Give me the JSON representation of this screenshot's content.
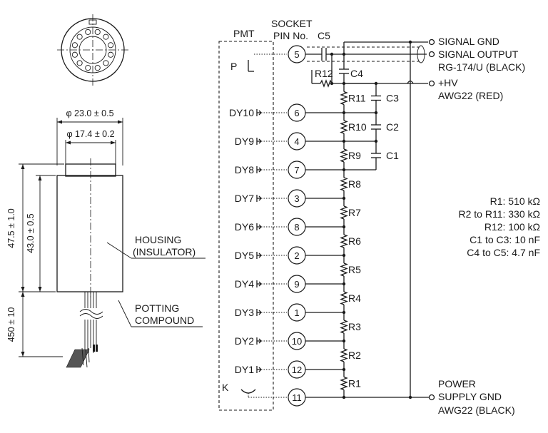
{
  "labels": {
    "socket": "SOCKET",
    "pin_no": "PIN No.",
    "pmt": "PMT",
    "housing_line1": "HOUSING",
    "housing_line2": "(INSULATOR)",
    "potting_line1": "POTTING",
    "potting_line2": "COMPOUND",
    "signal_gnd": "SIGNAL GND",
    "signal_output": "SIGNAL OUTPUT",
    "cable_signal": "RG-174/U (BLACK)",
    "hv": "+HV",
    "hv_cable": "AWG22 (RED)",
    "power_line1": "POWER",
    "power_line2": "SUPPLY GND",
    "power_cable": "AWG22 (BLACK)"
  },
  "dimensions": {
    "outer_diameter": "φ 23.0 ± 0.5",
    "inner_diameter": "φ 17.4 ± 0.2",
    "overall_height": "47.5 ± 1.0",
    "housing_height": "43.0 ± 0.5",
    "lead_length": "450 ± 10"
  },
  "pins": [
    {
      "electrode": "P",
      "pin": "5"
    },
    {
      "electrode": "DY10",
      "pin": "6"
    },
    {
      "electrode": "DY9",
      "pin": "4"
    },
    {
      "electrode": "DY8",
      "pin": "7"
    },
    {
      "electrode": "DY7",
      "pin": "3"
    },
    {
      "electrode": "DY6",
      "pin": "8"
    },
    {
      "electrode": "DY5",
      "pin": "2"
    },
    {
      "electrode": "DY4",
      "pin": "9"
    },
    {
      "electrode": "DY3",
      "pin": "1"
    },
    {
      "electrode": "DY2",
      "pin": "10"
    },
    {
      "electrode": "DY1",
      "pin": "12"
    },
    {
      "electrode": "K",
      "pin": "11"
    }
  ],
  "resistors": [
    "R12",
    "R11",
    "R10",
    "R9",
    "R8",
    "R7",
    "R6",
    "R5",
    "R4",
    "R3",
    "R2",
    "R1"
  ],
  "capacitors": [
    "C5",
    "C4",
    "C3",
    "C2",
    "C1"
  ],
  "values": [
    "R1: 510 kΩ",
    "R2 to R11: 330 kΩ",
    "R12: 100 kΩ",
    "C1 to C3: 10 nF",
    "C4 to C5: 4.7 nF"
  ]
}
